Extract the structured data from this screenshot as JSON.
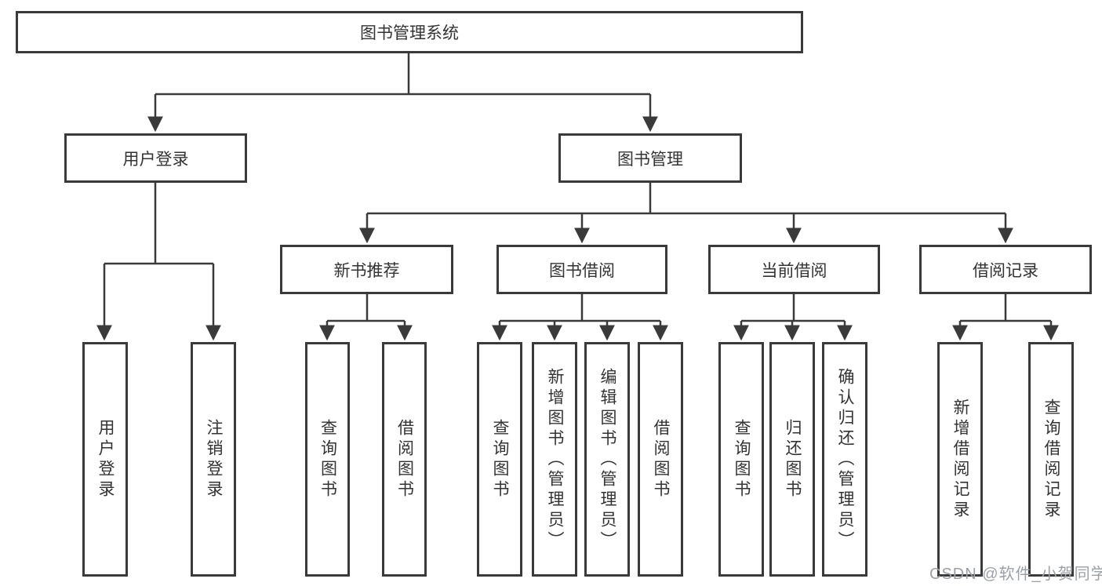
{
  "nodes": {
    "root": {
      "label": "图书管理系统"
    },
    "user_login": {
      "label": "用户登录"
    },
    "book_mgmt": {
      "label": "图书管理"
    },
    "new_book_rec": {
      "label": "新书推荐"
    },
    "book_borrow": {
      "label": "图书借阅"
    },
    "current_borrow": {
      "label": "当前借阅"
    },
    "borrow_records": {
      "label": "借阅记录"
    },
    "login_leaf": {
      "label": "用户登录"
    },
    "logout_leaf": {
      "label": "注销登录"
    },
    "rec_query": {
      "label": "查询图书"
    },
    "rec_borrow": {
      "label": "借阅图书"
    },
    "bb_query": {
      "label": "查询图书"
    },
    "bb_add": {
      "label": "新增图书（管理员）"
    },
    "bb_edit": {
      "label": "编辑图书（管理员）"
    },
    "bb_borrow": {
      "label": "借阅图书"
    },
    "cb_query": {
      "label": "查询图书"
    },
    "cb_return": {
      "label": "归还图书"
    },
    "cb_confirm": {
      "label": "确认归还（管理员）"
    },
    "br_add": {
      "label": "新增借阅记录"
    },
    "br_query": {
      "label": "查询借阅记录"
    }
  },
  "watermark": {
    "text": "CSDN @软件_小贺同学",
    "color": "#9ca1a8"
  },
  "colors": {
    "line": "#3a3a3a",
    "box_border": "#3a3a3a",
    "box_bg": "#ffffff",
    "text": "#333333",
    "background": "#ffffff"
  }
}
